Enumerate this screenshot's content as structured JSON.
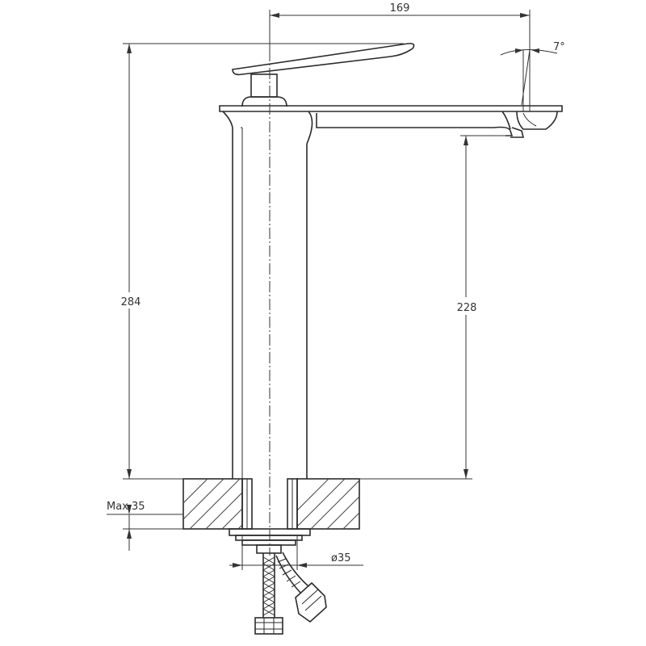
{
  "drawing": {
    "subject": "faucet",
    "dimensions": {
      "top_width": "169",
      "spout_angle": "7°",
      "total_height": "284",
      "spout_height": "228",
      "max_counter": "Max.35",
      "hole_diameter": "ø35"
    }
  }
}
